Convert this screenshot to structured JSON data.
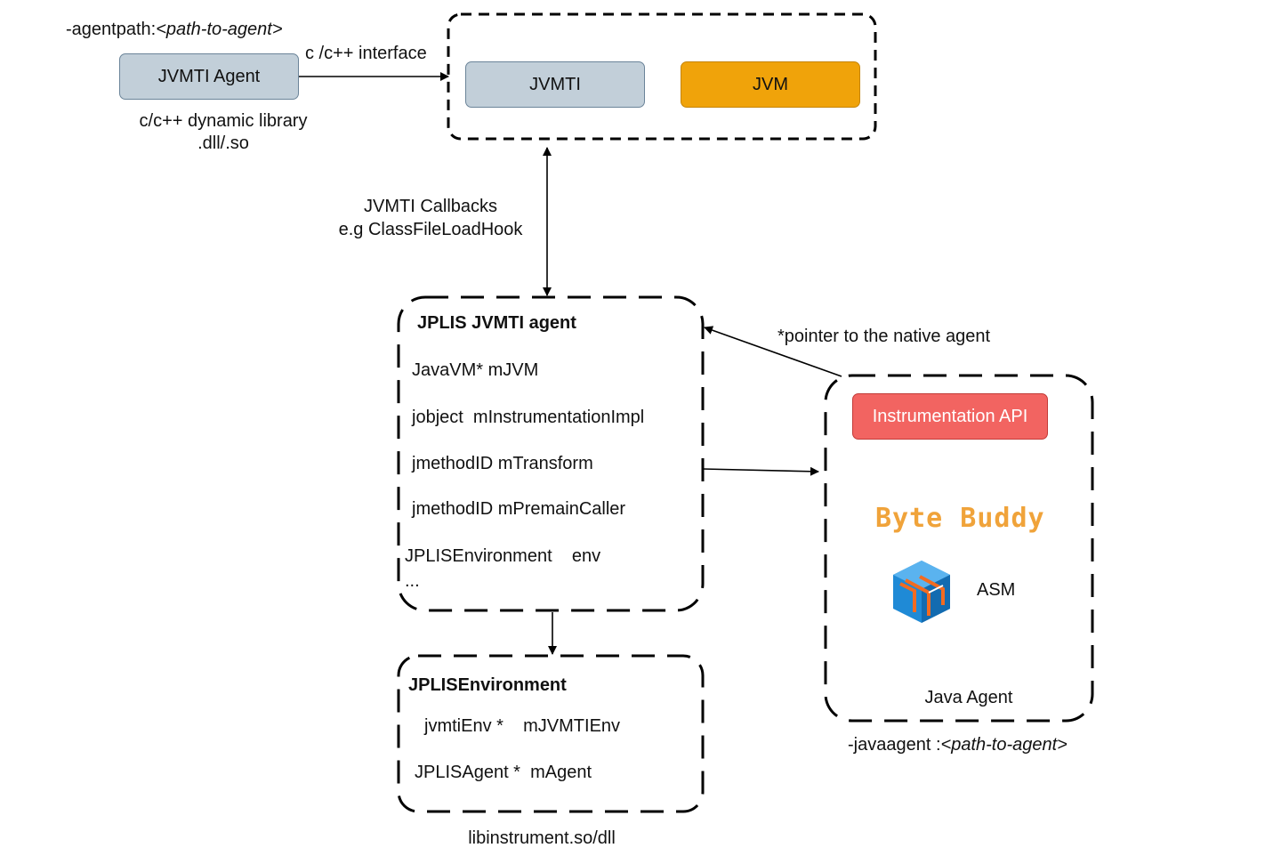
{
  "colors": {
    "jvmti_box": "#c2cfd9",
    "jvm_box": "#f0a30a",
    "instrumentation_box": "#f26461",
    "bytebuddy": "#f0a33a",
    "asm_blue": "#1f8ad6",
    "asm_orange": "#f26b21"
  },
  "top_left": {
    "agentpath_prefix": "-agentpath:",
    "agentpath_value": "<path-to-agent>",
    "jvmti_agent_label": "JVMTI Agent",
    "interface_label": "c /c++ interface",
    "library_line1": "c/c++ dynamic library",
    "library_line2": ".dll/.so"
  },
  "jvm_group": {
    "jvmti_label": "JVMTI",
    "jvm_label": "JVM"
  },
  "callbacks": {
    "line1": "JVMTI Callbacks",
    "line2": "e.g ClassFileLoadHook"
  },
  "jplis_agent": {
    "title": "JPLIS JVMTI agent",
    "fields": [
      "JavaVM* mJVM",
      "jobject  mInstrumentationImpl",
      "jmethodID mTransform",
      "jmethodID mPremainCaller",
      "JPLISEnvironment    env",
      "..."
    ]
  },
  "pointer_label": "*pointer to the native agent",
  "jplis_env": {
    "title": "JPLISEnvironment",
    "fields": [
      "jvmtiEnv *    mJVMTIEnv",
      "JPLISAgent *  mAgent"
    ],
    "caption": "libinstrument.so/dll"
  },
  "java_agent": {
    "instrumentation_label": "Instrumentation API",
    "bytebuddy_logo_text": "Byte Buddy",
    "asm_label": "ASM",
    "caption": "Java Agent",
    "javaagent_prefix": "-javaagent :",
    "javaagent_value": "<path-to-agent>"
  }
}
